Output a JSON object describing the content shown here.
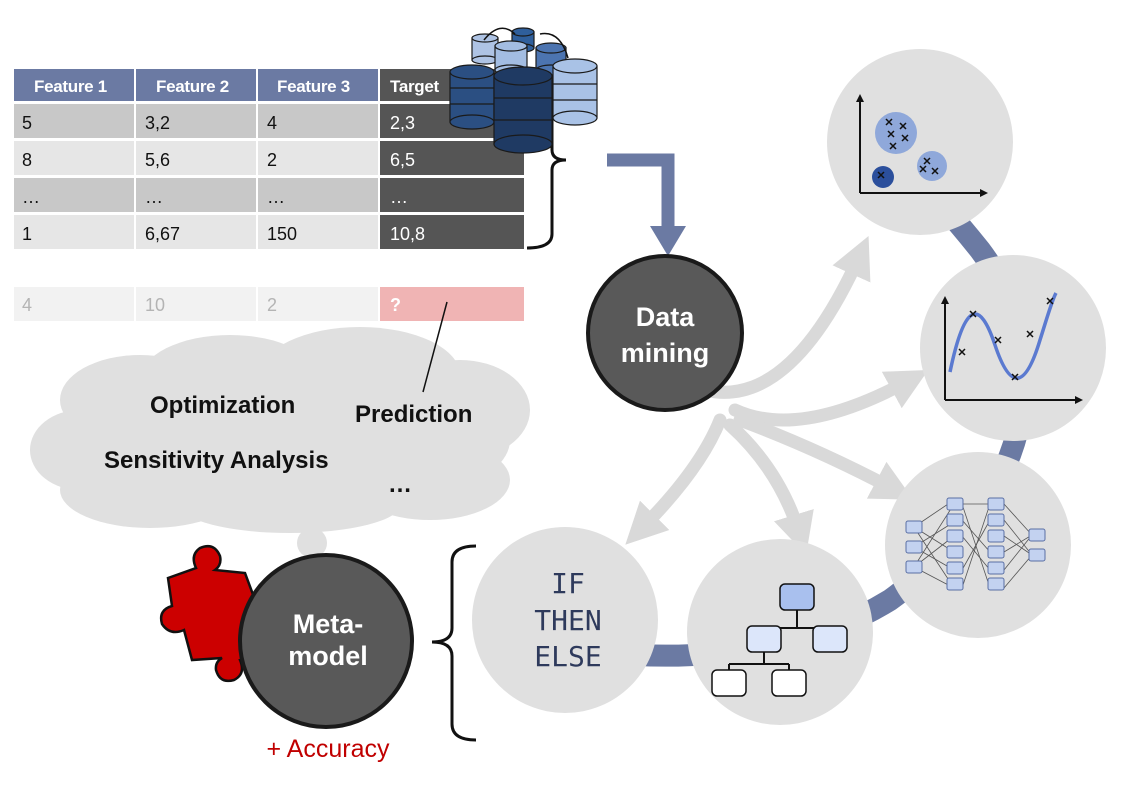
{
  "table": {
    "headers": [
      "Feature 1",
      "Feature 2",
      "Feature 3",
      "Target"
    ],
    "rows": [
      [
        "5",
        "3,2",
        "4",
        "2,3"
      ],
      [
        "8",
        "5,6",
        "2",
        "6,5"
      ],
      [
        "…",
        "…",
        "…",
        "…"
      ],
      [
        "1",
        "6,67",
        "150",
        "10,8"
      ]
    ],
    "query_row": [
      "4",
      "10",
      "2",
      "?"
    ]
  },
  "cloud": {
    "items": [
      "Optimization",
      "Prediction",
      "Sensitivity Analysis",
      "…"
    ]
  },
  "data_mining": {
    "line1": "Data",
    "line2": "mining"
  },
  "metamodel": {
    "line1": "Meta-",
    "line2": "model",
    "accuracy": "+ Accuracy"
  },
  "rules": [
    "IF",
    "THEN",
    "ELSE"
  ],
  "colors": {
    "table_header": "#6b7aa3",
    "target_column": "#555555",
    "query_target": "#f0b4b4",
    "node_dark": "#595959",
    "circle_gray": "#e0e0e0",
    "arrow_blue": "#6b7aa3",
    "puzzle_red": "#cc0000"
  },
  "icons": [
    "database-cluster-icon",
    "cluster-scatter-icon",
    "regression-curve-icon",
    "neural-network-icon",
    "decision-tree-icon",
    "puzzle-piece-icon"
  ]
}
